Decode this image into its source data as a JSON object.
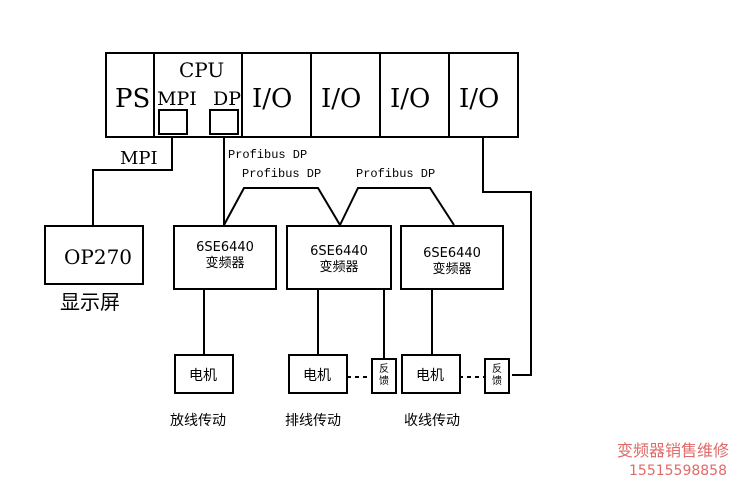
{
  "plc": {
    "ps_label": "PS",
    "cpu_label": "CPU",
    "mpi_label": "MPI",
    "dp_label": "DP",
    "io_labels": [
      "I/O",
      "I/O",
      "I/O",
      "I/O"
    ]
  },
  "network": {
    "mpi_label": "MPI",
    "profibus_labels": [
      "Profibus DP",
      "Profibus DP",
      "Profibus DP"
    ]
  },
  "hmi": {
    "model": "OP270",
    "caption": "显示屏"
  },
  "drives": [
    {
      "model": "6SE6440",
      "name": "变频器"
    },
    {
      "model": "6SE6440",
      "name": "变频器"
    },
    {
      "model": "6SE6440",
      "name": "变频器"
    }
  ],
  "motors": [
    {
      "label": "电机",
      "caption": "放线传动"
    },
    {
      "label": "电机",
      "caption": "排线传动"
    },
    {
      "label": "电机",
      "caption": "收线传动"
    }
  ],
  "feedback": [
    {
      "line1": "反",
      "line2": "馈"
    },
    {
      "line1": "反",
      "line2": "馈"
    }
  ],
  "watermark": {
    "line1": "变频器销售维修",
    "line2": "15515598858",
    "color": "#e06a6a"
  }
}
